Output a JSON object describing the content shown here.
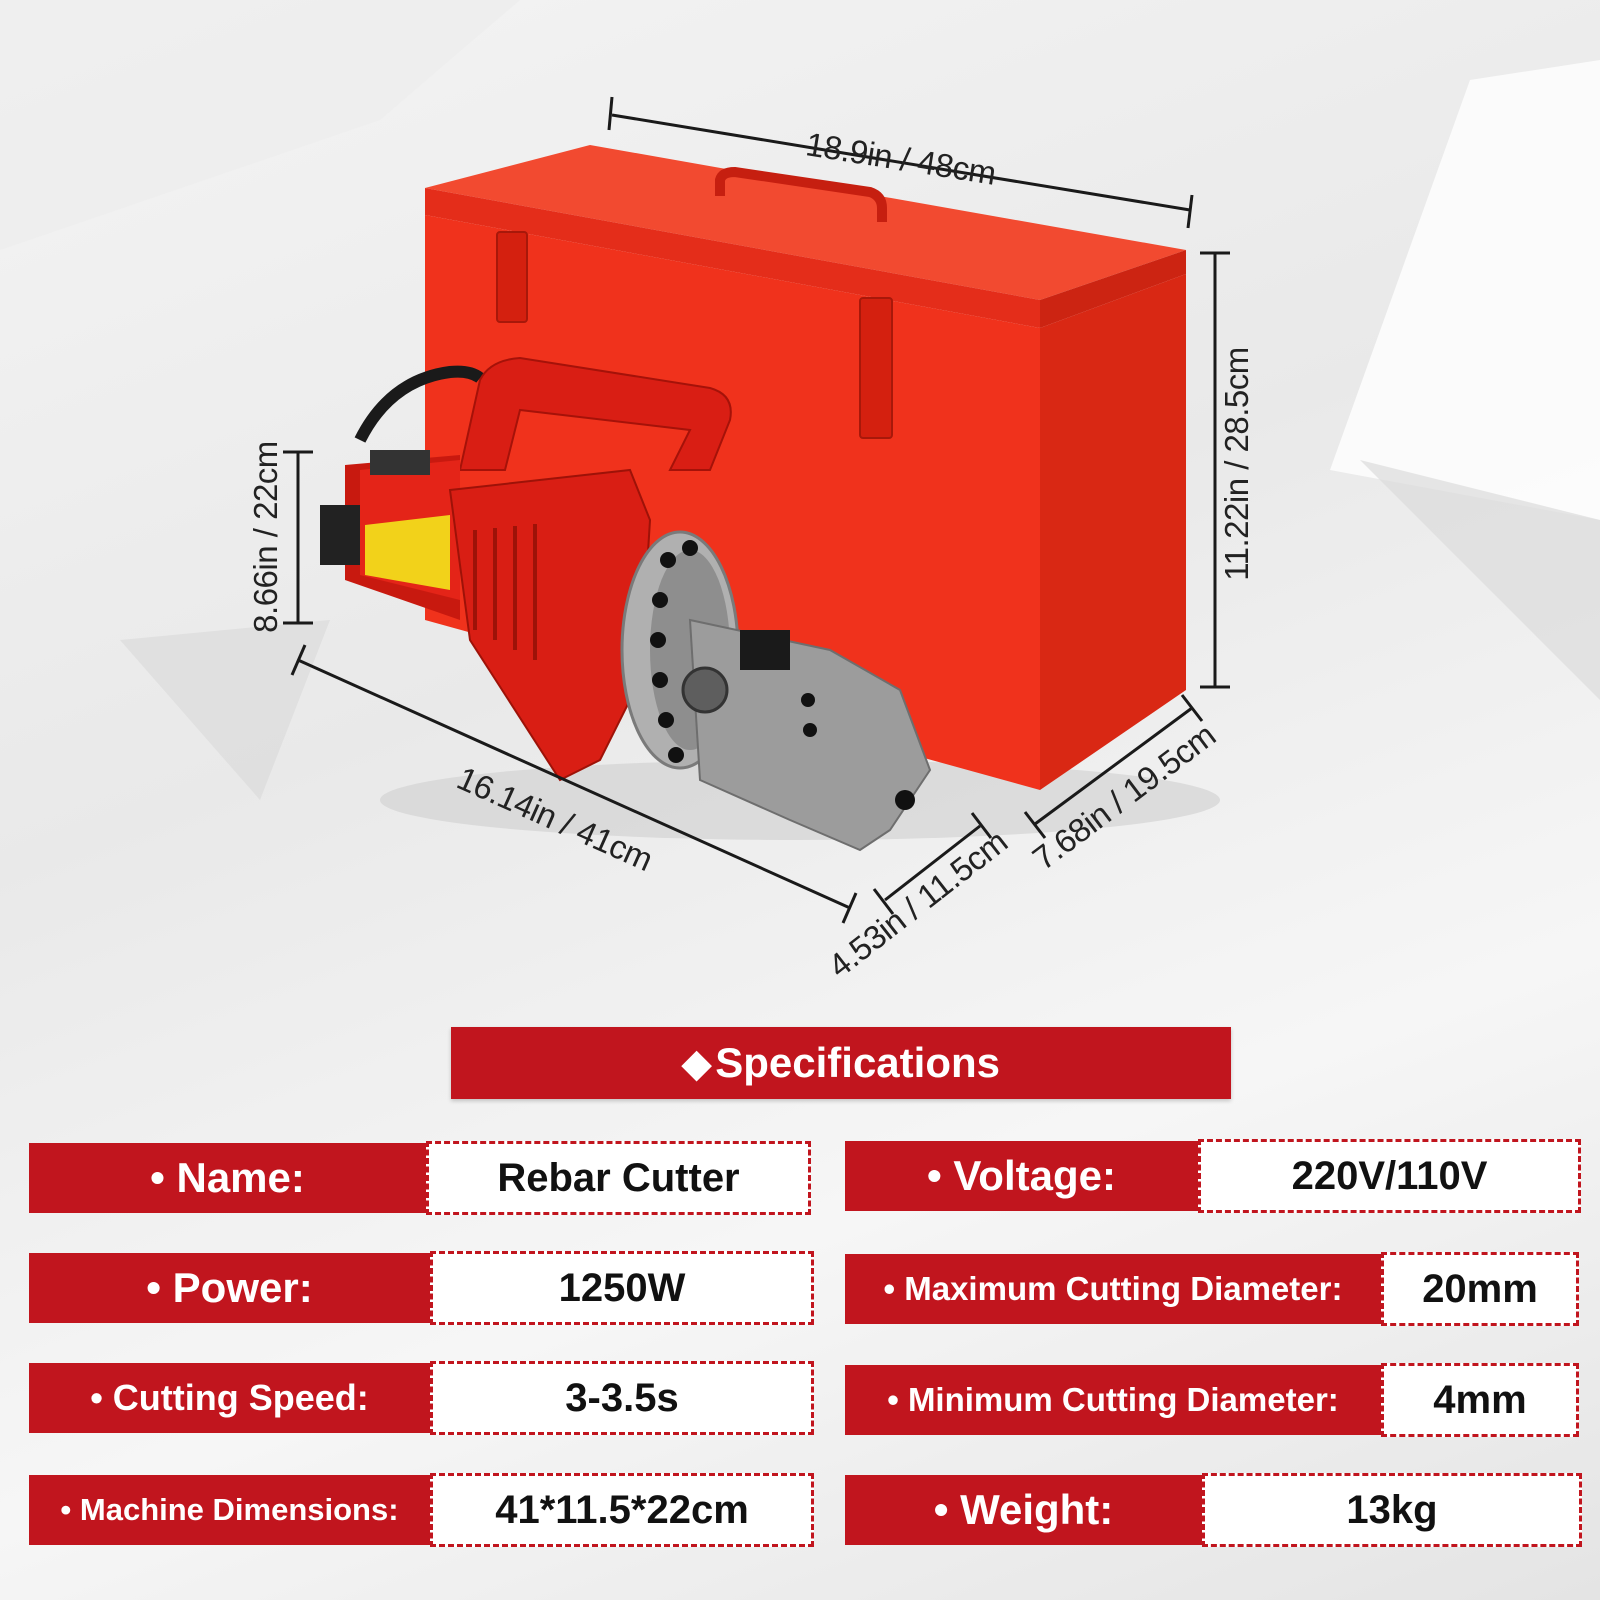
{
  "dimensions": {
    "case_width": "18.9in / 48cm",
    "case_height": "11.22in / 28.5cm",
    "case_depth": "7.68in / 19.5cm",
    "machine_height": "8.66in / 22cm",
    "machine_length": "16.14in / 41cm",
    "machine_width": "4.53in / 11.5cm"
  },
  "specs_title": "Specifications",
  "specs": {
    "name_label": "• Name:",
    "name_value": "Rebar Cutter",
    "voltage_label": "• Voltage:",
    "voltage_value": "220V/110V",
    "power_label": "• Power:",
    "power_value": "1250W",
    "max_diameter_label": "• Maximum Cutting Diameter:",
    "max_diameter_value": "20mm",
    "cutting_speed_label": "• Cutting Speed:",
    "cutting_speed_value": "3-3.5s",
    "min_diameter_label": "• Minimum Cutting Diameter:",
    "min_diameter_value": "4mm",
    "machine_dimensions_label": "• Machine Dimensions:",
    "machine_dimensions_value": "41*11.5*22cm",
    "weight_label": "• Weight:",
    "weight_value": "13kg"
  },
  "colors": {
    "accent_red": "#c1151e",
    "case_red": "#f0321c"
  }
}
